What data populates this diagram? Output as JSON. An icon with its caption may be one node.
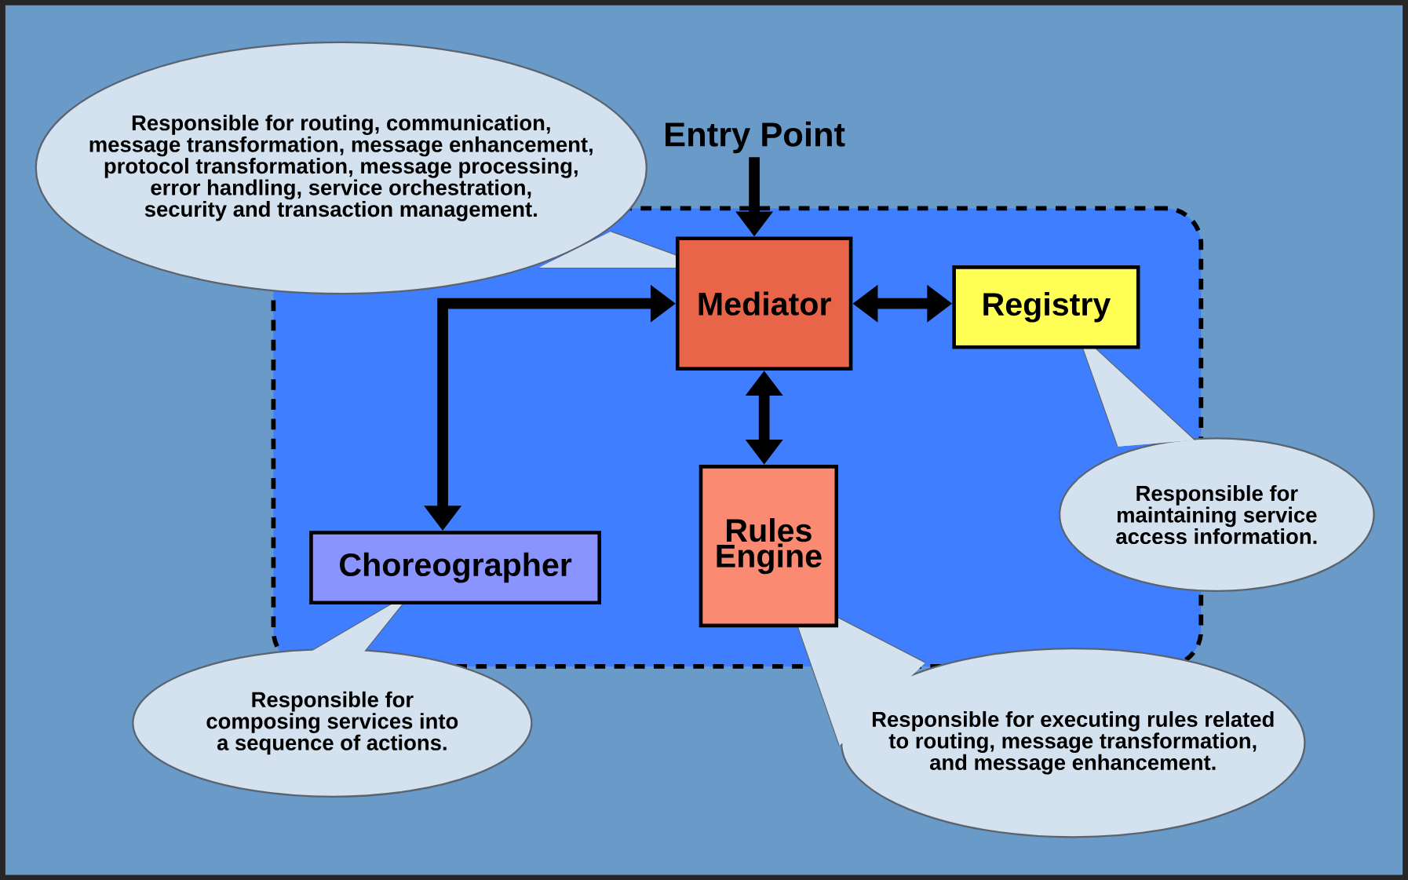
{
  "diagram": {
    "nodes": [
      {
        "text": [
          "Responsible for routing, communication, message transformation, message enhancement, protocol transformation, message processing, error handling, service orchestration, security and transaction management."
        ]
      },
      {
        "text": [
          "Entry Point"
        ]
      },
      {
        "text": [],
        "shape": "box"
      },
      {
        "text": [
          "Mediator"
        ],
        "in": 2
      },
      {
        "text": [
          "Registry"
        ],
        "in": 2
      },
      {
        "text": [
          "Responsible for maintaining service access information."
        ]
      },
      {
        "text": [
          "Rules Engine"
        ],
        "in": 2
      },
      {
        "text": [
          "Choreographer"
        ],
        "in": 2
      },
      {
        "text": [
          "Responsible for composing services into a sequence of actions."
        ]
      },
      {
        "text": [
          "Responsible for executing rules related to routing, message transformation, and message enhancement."
        ]
      }
    ],
    "edges": [
      {
        "from": 1,
        "to": 3,
        "arrow": "to"
      },
      {
        "from": 3,
        "to": 4,
        "arrow": "both"
      },
      {
        "from": 3,
        "to": 6,
        "arrow": "both"
      },
      {
        "from": 3,
        "to": 7,
        "arrow": "both"
      }
    ]
  }
}
